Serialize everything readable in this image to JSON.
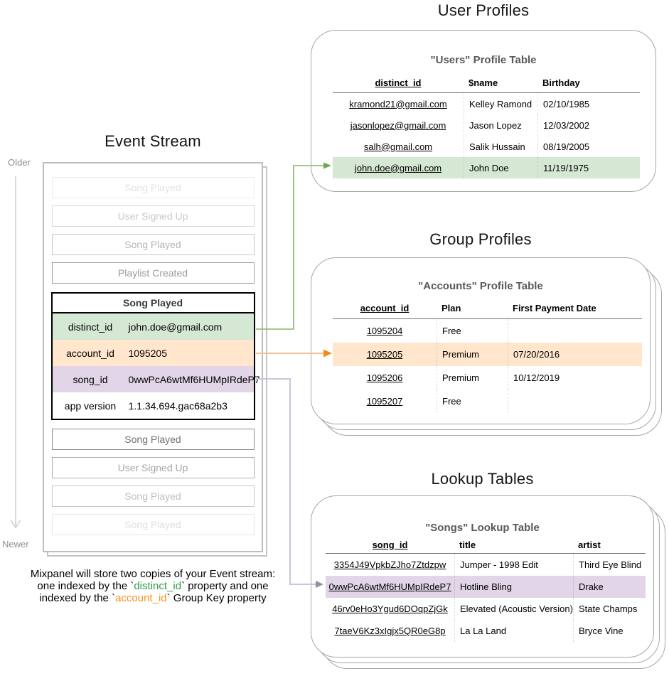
{
  "section_titles": {
    "event_stream": "Event Stream",
    "user_profiles": "User Profiles",
    "group_profiles": "Group Profiles",
    "lookup_tables": "Lookup Tables"
  },
  "timeline": {
    "older": "Older",
    "newer": "Newer"
  },
  "event_stream": {
    "faded_events_top": [
      "Song Played",
      "User Signed Up",
      "Song Played",
      "Playlist Created"
    ],
    "expanded_event": {
      "title": "Song Played",
      "properties": [
        {
          "key": "distinct_id",
          "value": "john.doe@gmail.com"
        },
        {
          "key": "account_id",
          "value": "1095205"
        },
        {
          "key": "song_id",
          "value": "0wwPcA6wtMf6HUMpIRdeP7"
        },
        {
          "key": "app version",
          "value": "1.1.34.694.gac68a2b3"
        }
      ]
    },
    "faded_events_bottom": [
      "Song Played",
      "User Signed Up",
      "Song Played",
      "Song Played"
    ]
  },
  "caption": {
    "line1": "Mixpanel will store two copies of your Event stream:",
    "line2_prefix": "one indexed by the `",
    "line2_code": "distinct_id",
    "line2_suffix": "` property and one",
    "line3_prefix": "indexed by the `",
    "line3_code": "account_id",
    "line3_suffix": "` Group Key property"
  },
  "users_table": {
    "title": "\"Users\" Profile Table",
    "columns": [
      "distinct_id",
      "$name",
      "Birthday"
    ],
    "rows": [
      [
        "kramond21@gmail.com",
        "Kelley Ramond",
        "02/10/1985"
      ],
      [
        "jasonlopez@gmail.com",
        "Jason Lopez",
        "12/03/2002"
      ],
      [
        "salh@gmail.com",
        "Salik Hussain",
        "08/19/2005"
      ],
      [
        "john.doe@gmail.com",
        "John Doe",
        "11/19/1975"
      ]
    ],
    "highlighted_row": 3
  },
  "accounts_table": {
    "title": "\"Accounts\" Profile Table",
    "columns": [
      "account_id",
      "Plan",
      "First Payment Date"
    ],
    "rows": [
      [
        "1095204",
        "Free",
        ""
      ],
      [
        "1095205",
        "Premium",
        "07/20/2016"
      ],
      [
        "1095206",
        "Premium",
        "10/12/2019"
      ],
      [
        "1095207",
        "Free",
        ""
      ]
    ],
    "highlighted_row": 1
  },
  "songs_table": {
    "title": "\"Songs\" Lookup Table",
    "columns": [
      "song_id",
      "title",
      "artist"
    ],
    "rows": [
      [
        "3354J49VpkbZJho7Ztdzpw",
        "Jumper - 1998 Edit",
        "Third Eye Blind"
      ],
      [
        "0wwPcA6wtMf6HUMpIRdeP7",
        "Hotline Bling",
        "Drake"
      ],
      [
        "46rv0eHo3Ygud6DOqpZjGk",
        "Elevated (Acoustic Version)",
        "State Champs"
      ],
      [
        "7taeV6Kz3xIgjx5QR0eG8p",
        "La La Land",
        "Bryce Vine"
      ]
    ],
    "highlighted_row": 1
  },
  "colors": {
    "green_highlight": "#d5e8d4",
    "orange_highlight": "#ffe6cc",
    "purple_highlight": "#e1d5e7",
    "green_line": "#85b56c",
    "green_arrow": "#6fa854",
    "orange_line": "#f2c28f",
    "orange_arrow": "#f28c1e",
    "purple_line": "#cfc2dd",
    "purple_arrow": "#978ba1",
    "code_green": "#2d9e46",
    "code_orange": "#f59322"
  }
}
